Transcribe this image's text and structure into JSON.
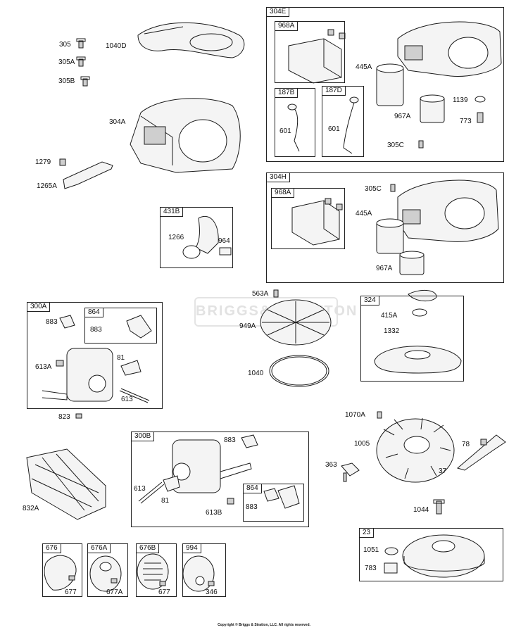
{
  "watermark": "BRIGGS&STRATTON",
  "copyright": "Copyright © Briggs & Stratton, LLC. All rights reserved.",
  "boxes": {
    "b304E": "304E",
    "b968A1": "968A",
    "b187B": "187B",
    "b187D": "187D",
    "b304H": "304H",
    "b968A2": "968A",
    "b431B": "431B",
    "b300A": "300A",
    "b864a": "864",
    "b324": "324",
    "b300B": "300B",
    "b864b": "864",
    "b23": "23",
    "b676": "676",
    "b676A": "676A",
    "b676B": "676B",
    "b994": "994"
  },
  "parts": {
    "p305": "305",
    "p305A": "305A",
    "p305B": "305B",
    "p1040D": "1040D",
    "p304A": "304A",
    "p1279": "1279",
    "p1265A": "1265A",
    "p445A1": "445A",
    "p1139": "1139",
    "p967A1": "967A",
    "p773": "773",
    "p305C1": "305C",
    "p601a": "601",
    "p601b": "601",
    "p305C2": "305C",
    "p445A2": "445A",
    "p967A2": "967A",
    "p1266": "1266",
    "p964": "964",
    "p563A": "563A",
    "p949A": "949A",
    "p1040": "1040",
    "p883a": "883",
    "p883b": "883",
    "p613A": "613A",
    "p81a": "81",
    "p613a": "613",
    "p823": "823",
    "p415A": "415A",
    "p1332": "1332",
    "p1070A": "1070A",
    "p1005": "1005",
    "p78": "78",
    "p37": "37",
    "p363": "363",
    "p832A": "832A",
    "p883c": "883",
    "p613b": "613",
    "p81b": "81",
    "p613B": "613B",
    "p883d": "883",
    "p1044": "1044",
    "p1051": "1051",
    "p783": "783",
    "p677a": "677",
    "p677A": "677A",
    "p677b": "677",
    "p346": "346"
  }
}
